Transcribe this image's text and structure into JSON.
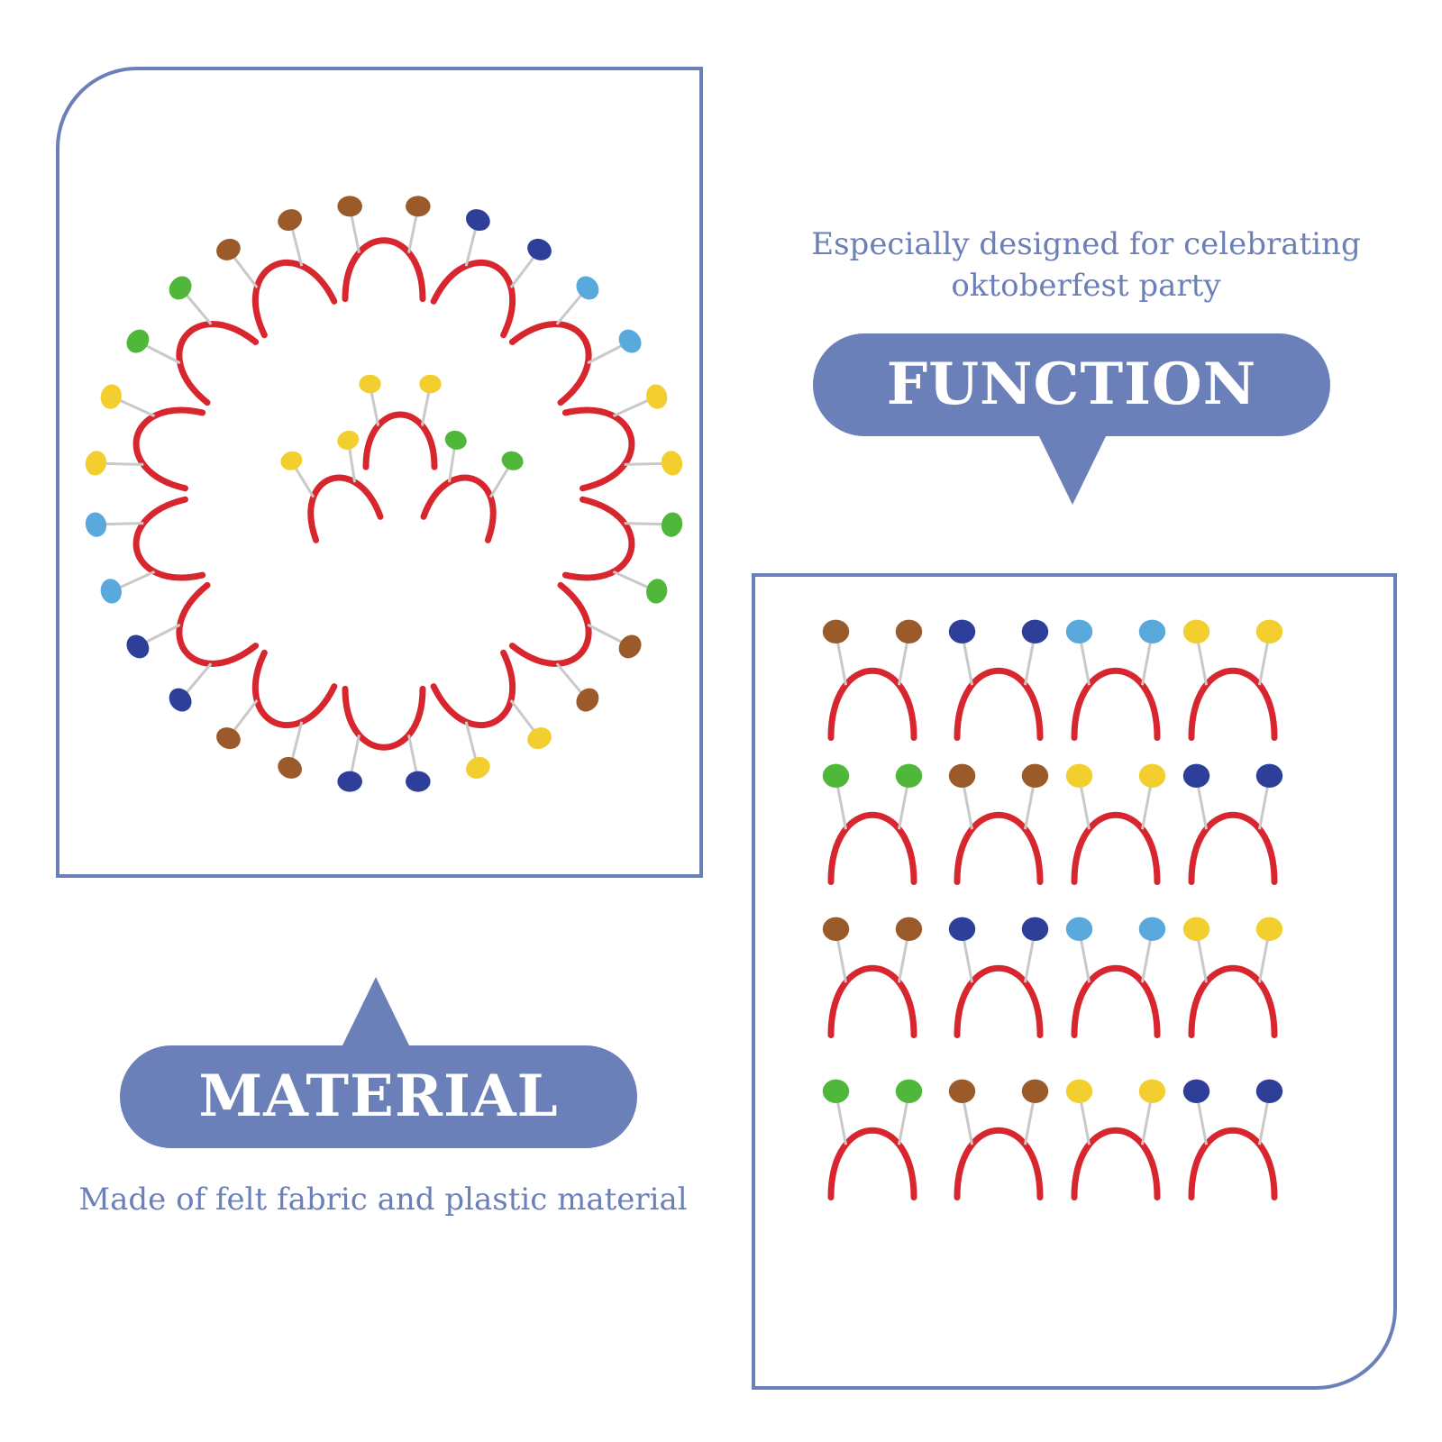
{
  "function": {
    "label": "FUNCTION",
    "description_line1": "Especially designed for celebrating",
    "description_line2": "oktoberfest party"
  },
  "material": {
    "label": "MATERIAL",
    "description": "Made of felt fabric and plastic material"
  },
  "colors": {
    "accent": "#6b7fb8",
    "headband_red": "#d8262e",
    "felt_brown": "#9a5a2a",
    "felt_blue": "#2e3f9a",
    "felt_light_blue": "#5aa9dc",
    "felt_yellow": "#f2cf2e",
    "felt_green": "#4fb83a"
  }
}
